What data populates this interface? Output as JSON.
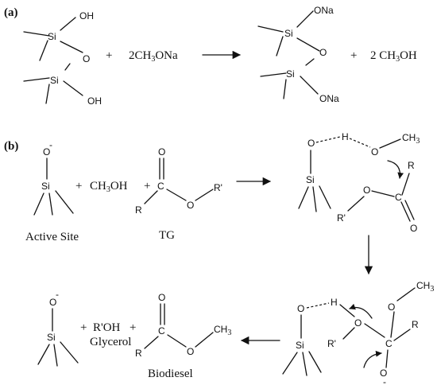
{
  "panel_a": {
    "tag": "(a)",
    "si": "Si",
    "o": "O",
    "oh": "OH",
    "ona": "ONa",
    "plus": "+",
    "reagent_main": "2CH",
    "reagent_sub": "3",
    "reagent_tail": "ONa",
    "product_main": "2 CH",
    "product_sub": "3",
    "product_tail": "OH"
  },
  "panel_b": {
    "tag": "(b)",
    "si": "Si",
    "o": "O",
    "o_minus": "-",
    "plus": "+",
    "methanol_main": "CH",
    "methanol_sub": "3",
    "methanol_tail": "OH",
    "c": "C",
    "r": "R",
    "r_prime": "R'",
    "h": "H",
    "ch3_main": "CH",
    "ch3_sub": "3",
    "active_site": "Active Site",
    "tg": "TG",
    "r_prime_oh": "R'OH",
    "glycerol": "Glycerol",
    "biodiesel": "Biodiesel"
  }
}
